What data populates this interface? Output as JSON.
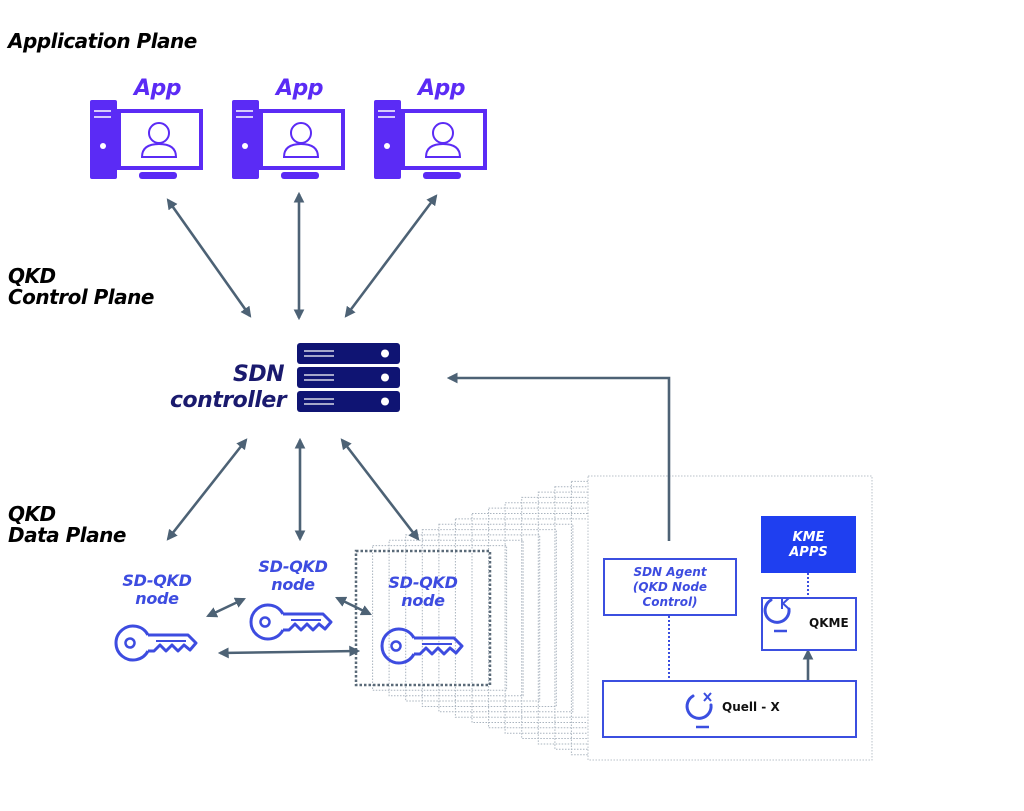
{
  "planes": {
    "application": "Application Plane",
    "control_line1": "QKD",
    "control_line2": "Control Plane",
    "data_line1": "QKD",
    "data_line2": "Data Plane"
  },
  "apps": [
    {
      "label": "App",
      "icon": "desktop-user-icon"
    },
    {
      "label": "App",
      "icon": "desktop-user-icon"
    },
    {
      "label": "App",
      "icon": "desktop-user-icon"
    }
  ],
  "controller": {
    "line1": "SDN",
    "line2": "controller",
    "icon": "server-stack-icon"
  },
  "nodes": [
    {
      "line1": "SD-QKD",
      "line2": "node",
      "icon": "key-icon"
    },
    {
      "line1": "SD-QKD",
      "line2": "node",
      "icon": "key-icon"
    },
    {
      "line1": "SD-QKD",
      "line2": "node",
      "icon": "key-icon"
    }
  ],
  "node_detail": {
    "sdn_agent_line1": "SDN Agent",
    "sdn_agent_line2": "(QKD Node Control)",
    "kme_apps_line1": "KME",
    "kme_apps_line2": "APPS",
    "qkme_label": "QKME",
    "qkme_icon": "qkme-logo-icon",
    "quellx_label": "Quell - X",
    "quellx_icon": "quell-x-logo-icon"
  },
  "colors": {
    "app_purple": "#5b2bf5",
    "controller_navy": "#0f1473",
    "node_blue": "#3d4ce0",
    "kme_blue": "#1f3ff0",
    "arrow_slate": "#4d6275"
  }
}
